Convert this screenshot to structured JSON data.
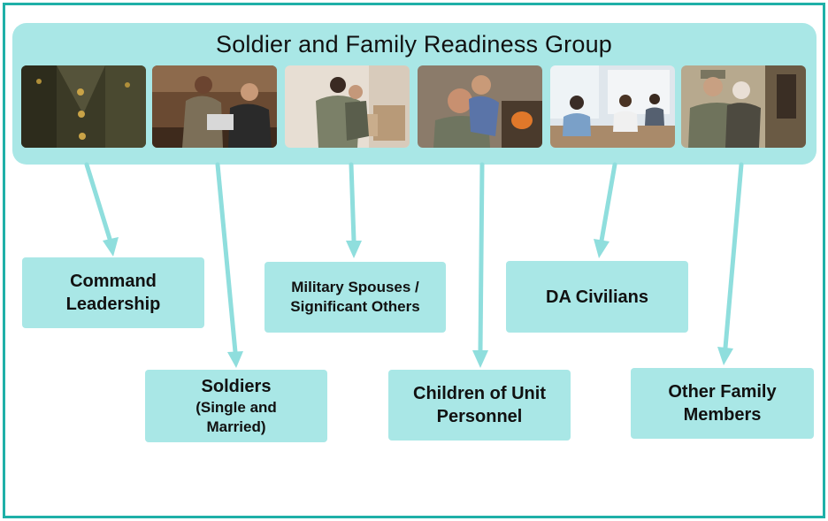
{
  "diagram": {
    "title": "Soldier and Family Readiness Group",
    "photos": [
      {
        "subject": "uniform-closeup"
      },
      {
        "subject": "soldiers-at-computer"
      },
      {
        "subject": "soldier-hugging-spouse"
      },
      {
        "subject": "soldier-with-child"
      },
      {
        "subject": "civilians-meeting"
      },
      {
        "subject": "soldier-hugging-elder"
      }
    ],
    "groups": {
      "command": {
        "line1": "Command",
        "line2": "Leadership"
      },
      "soldiers": {
        "line1": "Soldiers",
        "line2": "(Single and",
        "line3": "Married)"
      },
      "spouses": {
        "line1": "Military Spouses /",
        "line2": "Significant Others"
      },
      "children": {
        "line1": "Children of Unit",
        "line2": "Personnel"
      },
      "civilians": {
        "line1": "DA Civilians"
      },
      "family": {
        "line1": "Other Family",
        "line2": "Members"
      }
    }
  },
  "colors": {
    "frame": "#1fb0a8",
    "panel": "#a9e7e6",
    "arrow": "#8fdedd"
  }
}
